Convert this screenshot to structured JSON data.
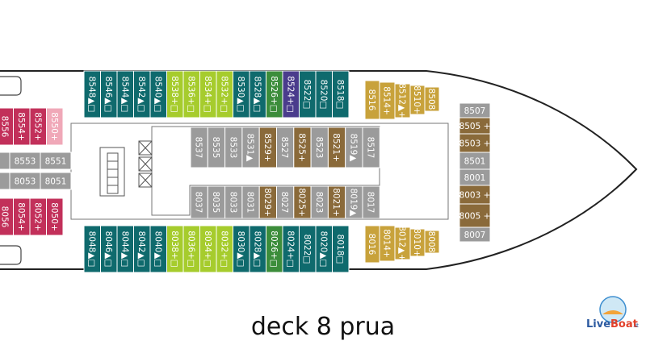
{
  "caption": "deck 8 prua",
  "logo": {
    "main": "Live",
    "accent": "Boat",
    "suffix": ".it"
  },
  "colors": {
    "teal": "#0f6a6d",
    "lime": "#a6cc2d",
    "green": "#3c8d3b",
    "purple": "#4a3c8c",
    "gold": "#c8a23b",
    "brown": "#8a6a3a",
    "grey": "#9b9b9b",
    "crimson": "#c2305a",
    "pink": "#f0a8b8"
  },
  "cabins": {
    "top_row": [
      {
        "label": "8548▲□",
        "color": "teal"
      },
      {
        "label": "8546▲□",
        "color": "teal"
      },
      {
        "label": "8544▲□",
        "color": "teal"
      },
      {
        "label": "8542▲□",
        "color": "teal"
      },
      {
        "label": "8540▲□",
        "color": "teal"
      },
      {
        "label": "8538+□",
        "color": "lime"
      },
      {
        "label": "8536+□",
        "color": "lime"
      },
      {
        "label": "8534+□",
        "color": "lime"
      },
      {
        "label": "8532+□",
        "color": "lime"
      },
      {
        "label": "8530▲□",
        "color": "teal"
      },
      {
        "label": "8528▲□",
        "color": "teal"
      },
      {
        "label": "8526+□",
        "color": "green"
      },
      {
        "label": "8524+□",
        "color": "purple"
      },
      {
        "label": "8522□",
        "color": "teal"
      },
      {
        "label": "8520□",
        "color": "teal"
      },
      {
        "label": "8518□",
        "color": "teal"
      }
    ],
    "top_bow": [
      {
        "label": "8516",
        "color": "gold"
      },
      {
        "label": "8514+",
        "color": "gold"
      },
      {
        "label": "8512▲+",
        "color": "gold"
      },
      {
        "label": "8510+",
        "color": "gold"
      },
      {
        "label": "8508",
        "color": "gold"
      }
    ],
    "bottom_row": [
      {
        "label": "8048▲□",
        "color": "teal"
      },
      {
        "label": "8046▲□",
        "color": "teal"
      },
      {
        "label": "8044▲□",
        "color": "teal"
      },
      {
        "label": "8042▲□",
        "color": "teal"
      },
      {
        "label": "8040▲□",
        "color": "teal"
      },
      {
        "label": "8038+□",
        "color": "lime"
      },
      {
        "label": "8036+□",
        "color": "lime"
      },
      {
        "label": "8034+□",
        "color": "lime"
      },
      {
        "label": "8032+□",
        "color": "lime"
      },
      {
        "label": "8030▲□",
        "color": "teal"
      },
      {
        "label": "8028▲□",
        "color": "teal"
      },
      {
        "label": "8026+□",
        "color": "green"
      },
      {
        "label": "8024+□",
        "color": "teal"
      },
      {
        "label": "8022□",
        "color": "teal"
      },
      {
        "label": "8020▲□",
        "color": "teal"
      },
      {
        "label": "8018□",
        "color": "teal"
      }
    ],
    "bottom_bow": [
      {
        "label": "8016",
        "color": "gold"
      },
      {
        "label": "8014+",
        "color": "gold"
      },
      {
        "label": "8012▲+",
        "color": "gold"
      },
      {
        "label": "8010+",
        "color": "gold"
      },
      {
        "label": "8008",
        "color": "gold"
      }
    ],
    "inner_top": [
      {
        "label": "8537",
        "color": "grey"
      },
      {
        "label": "8535",
        "color": "grey"
      },
      {
        "label": "8533",
        "color": "grey"
      },
      {
        "label": "8531▲",
        "color": "grey"
      },
      {
        "label": "8529+",
        "color": "brown"
      },
      {
        "label": "8527",
        "color": "grey"
      },
      {
        "label": "8525+",
        "color": "brown"
      },
      {
        "label": "8523",
        "color": "grey"
      },
      {
        "label": "8521+",
        "color": "brown"
      },
      {
        "label": "8519▲",
        "color": "grey"
      },
      {
        "label": "8517",
        "color": "grey"
      }
    ],
    "inner_bottom": [
      {
        "label": "8037",
        "color": "grey"
      },
      {
        "label": "8035",
        "color": "grey"
      },
      {
        "label": "8033",
        "color": "grey"
      },
      {
        "label": "8031",
        "color": "grey"
      },
      {
        "label": "8029+",
        "color": "brown"
      },
      {
        "label": "8027",
        "color": "grey"
      },
      {
        "label": "8025+",
        "color": "brown"
      },
      {
        "label": "8023",
        "color": "grey"
      },
      {
        "label": "8021+",
        "color": "brown"
      },
      {
        "label": "8019▲",
        "color": "grey"
      },
      {
        "label": "8017",
        "color": "grey"
      }
    ],
    "front_column": [
      {
        "label": "8507",
        "color": "grey"
      },
      {
        "label": "8505 +",
        "color": "brown"
      },
      {
        "label": "8503 +",
        "color": "brown"
      },
      {
        "label": "8501",
        "color": "grey"
      },
      {
        "label": "8001",
        "color": "grey"
      },
      {
        "label": "8003 +",
        "color": "brown"
      },
      {
        "label": "8005 +",
        "color": "brown"
      },
      {
        "label": "8007",
        "color": "grey"
      }
    ],
    "left_top": [
      {
        "label": "8556",
        "color": "crimson"
      },
      {
        "label": "8554+",
        "color": "crimson"
      },
      {
        "label": "8552+",
        "color": "crimson"
      },
      {
        "label": "8550+",
        "color": "pink"
      }
    ],
    "left_bottom": [
      {
        "label": "8056",
        "color": "crimson"
      },
      {
        "label": "8054+",
        "color": "crimson"
      },
      {
        "label": "8052+",
        "color": "crimson"
      },
      {
        "label": "8050+",
        "color": "crimson"
      }
    ],
    "left_mid": [
      {
        "label": "7",
        "color": "grey"
      },
      {
        "label": "8553",
        "color": "grey"
      },
      {
        "label": "8551",
        "color": "grey"
      },
      {
        "label": "7",
        "color": "grey"
      },
      {
        "label": "8053",
        "color": "grey"
      },
      {
        "label": "8051",
        "color": "grey"
      }
    ]
  }
}
